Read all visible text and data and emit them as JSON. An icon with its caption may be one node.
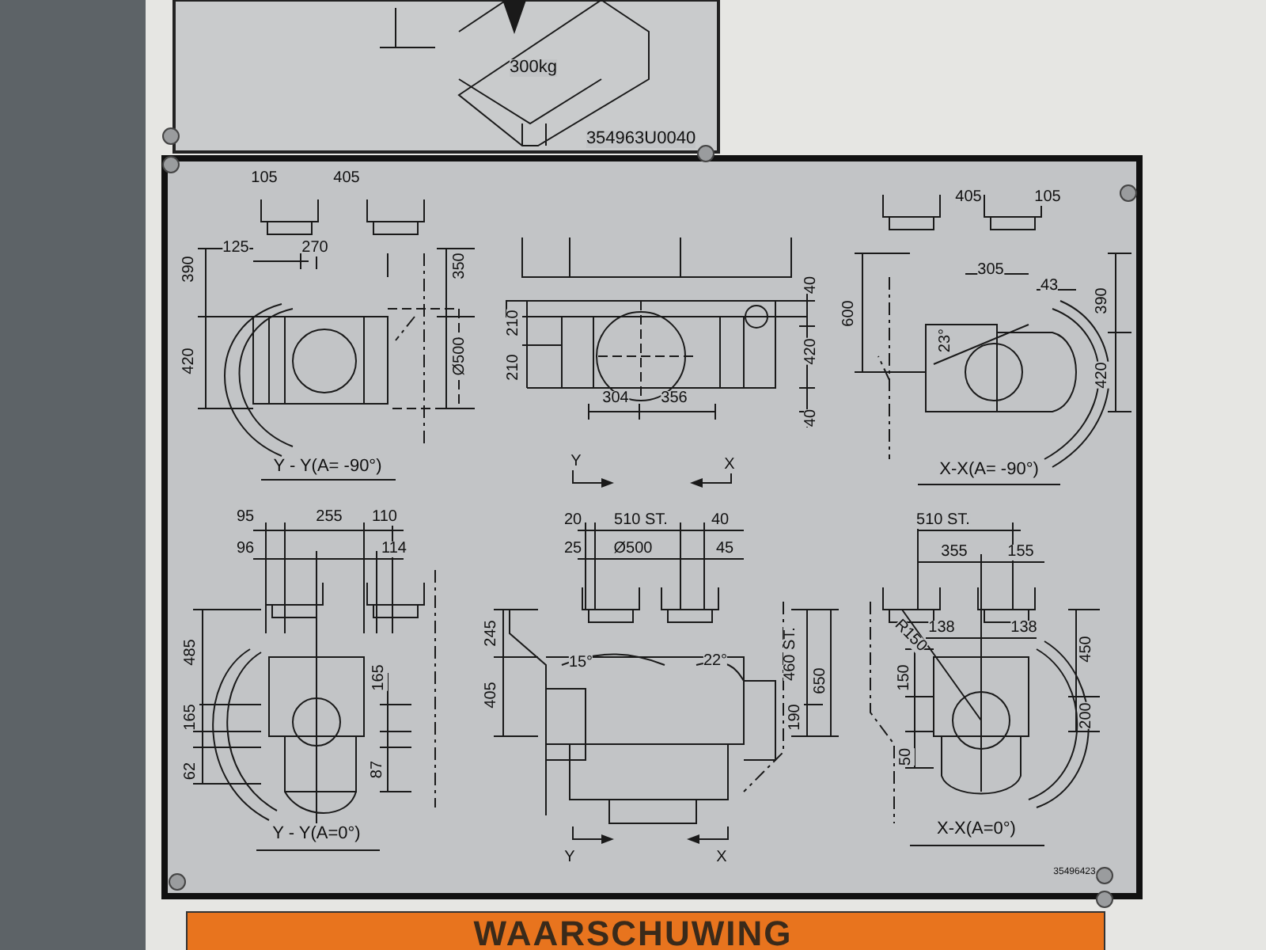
{
  "diagram": {
    "labels": [
      "300kg",
      "354963U0040",
      "105",
      "405",
      "125",
      "270",
      "390",
      "420",
      "350",
      "Ø500",
      "Y - Y(A= -90°)",
      "40",
      "210",
      "210",
      "420",
      "40",
      "304",
      "356",
      "Y",
      "X",
      "405",
      "105",
      "305",
      "43",
      "600",
      "390",
      "23°",
      "420",
      "X-X(A= -90°)",
      "95",
      "255",
      "110",
      "96",
      "114",
      "485",
      "165",
      "165",
      "62",
      "87",
      "Y - Y(A=0°)",
      "20",
      "510 ST.",
      "40",
      "25",
      "Ø500",
      "45",
      "245",
      "405",
      "15°",
      "22°",
      "460 ST.",
      "650",
      "190",
      "Y",
      "X",
      "510 ST.",
      "355",
      "155",
      "R150",
      "138",
      "138",
      "450",
      "150",
      "200",
      "50",
      "X-X(A=0°)",
      "35496423",
      "WAARSCHUWING"
    ]
  }
}
